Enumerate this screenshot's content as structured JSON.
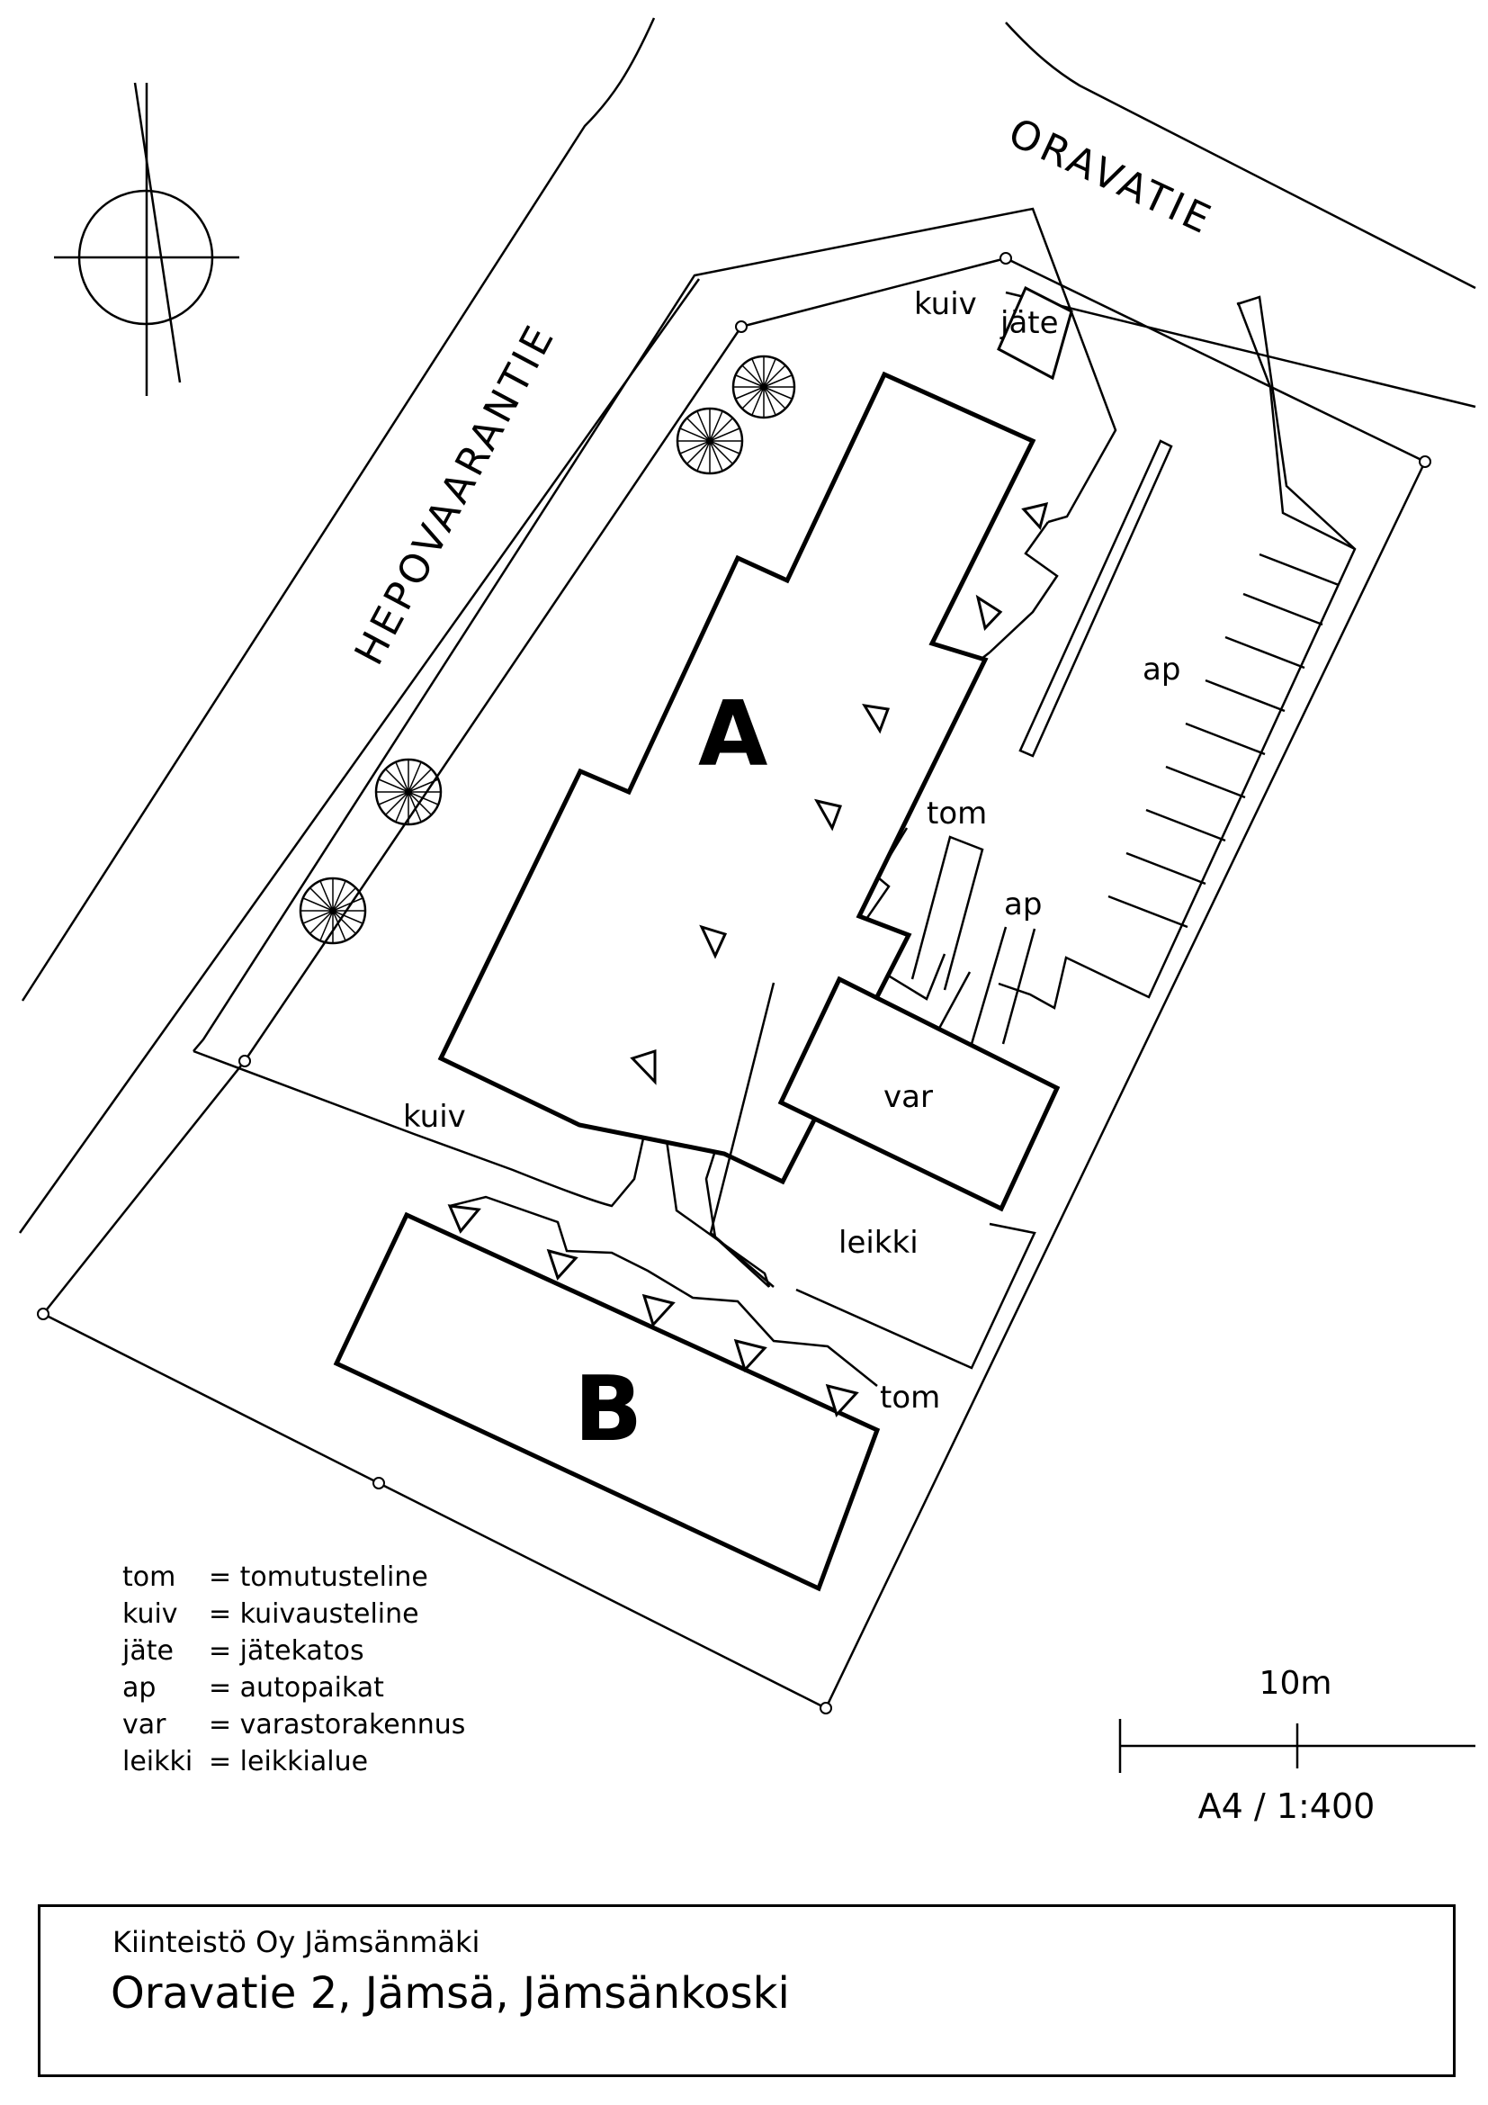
{
  "streets": {
    "top": "ORAVATIE",
    "left": "HEPOVAARANTIE"
  },
  "buildings": {
    "a": "A",
    "b": "B"
  },
  "areas": {
    "kuiv_top": "kuiv",
    "jate": "jäte",
    "ap_right": "ap",
    "tom_middle": "tom",
    "ap_middle": "ap",
    "var": "var",
    "leikki": "leikki",
    "kuiv_left": "kuiv",
    "tom_bottom": "tom"
  },
  "legend": [
    {
      "abbr": "tom",
      "desc": "= tomutusteline"
    },
    {
      "abbr": "kuiv",
      "desc": "= kuivausteline"
    },
    {
      "abbr": "jäte",
      "desc": "= jätekatos"
    },
    {
      "abbr": "ap",
      "desc": "= autopaikat"
    },
    {
      "abbr": "var",
      "desc": "= varastorakennus"
    },
    {
      "abbr": "leikki",
      "desc": "= leikkialue"
    }
  ],
  "scale": {
    "label": "10m",
    "ratio": "A4 / 1:400"
  },
  "title_block": {
    "company": "Kiinteistö Oy Jämsänmäki",
    "address": "Oravatie 2, Jämsä, Jämsänkoski"
  },
  "colors": {
    "ink": "#000000",
    "paper": "#ffffff"
  },
  "icons": [
    "north-arrow-icon",
    "tree-icon",
    "entrance-triangle-icon"
  ]
}
